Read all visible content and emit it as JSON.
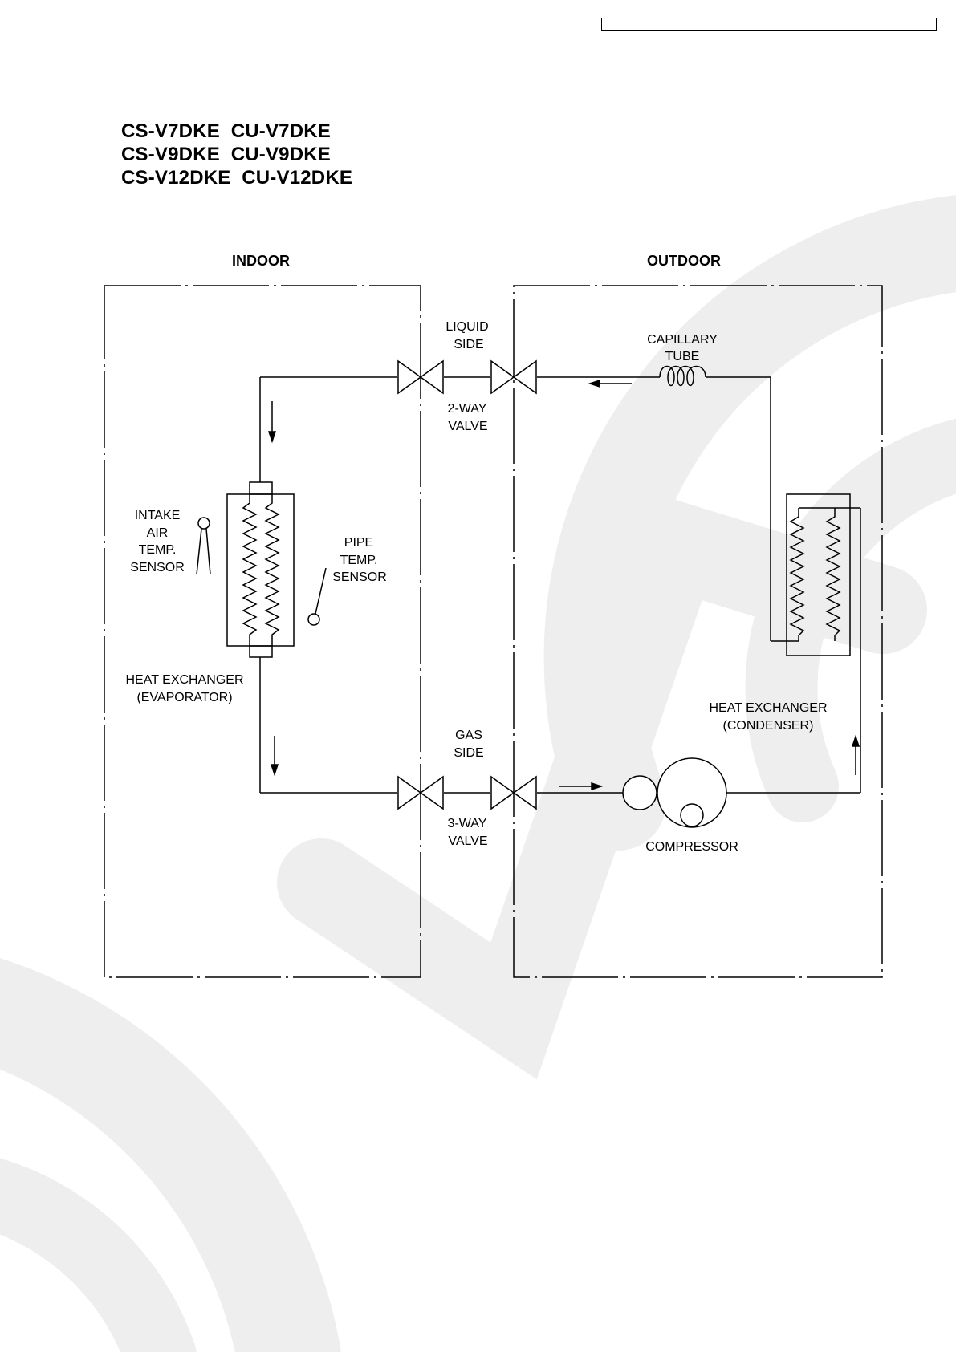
{
  "header": {
    "box_text": ""
  },
  "models": [
    "CS-V7DKE  CU-V7DKE",
    "CS-V9DKE  CU-V9DKE",
    "CS-V12DKE  CU-V12DKE"
  ],
  "sections": {
    "indoor": "INDOOR",
    "outdoor": "OUTDOOR"
  },
  "labels": {
    "liquid_side": [
      "LIQUID",
      "SIDE"
    ],
    "two_way_valve": [
      "2-WAY",
      "VALVE"
    ],
    "gas_side": [
      "GAS",
      "SIDE"
    ],
    "three_way_valve": [
      "3-WAY",
      "VALVE"
    ],
    "capillary_tube": [
      "CAPILLARY",
      "TUBE"
    ],
    "intake_sensor": [
      "INTAKE",
      "AIR",
      "TEMP.",
      "SENSOR"
    ],
    "pipe_sensor": [
      "PIPE",
      "TEMP.",
      "SENSOR"
    ],
    "evaporator": [
      "HEAT EXCHANGER",
      "(EVAPORATOR)"
    ],
    "condenser": [
      "HEAT EXCHANGER",
      "(CONDENSER)"
    ],
    "compressor": [
      "COMPRESSOR"
    ]
  },
  "colors": {
    "line": "#000000",
    "watermark": "#ededed"
  }
}
